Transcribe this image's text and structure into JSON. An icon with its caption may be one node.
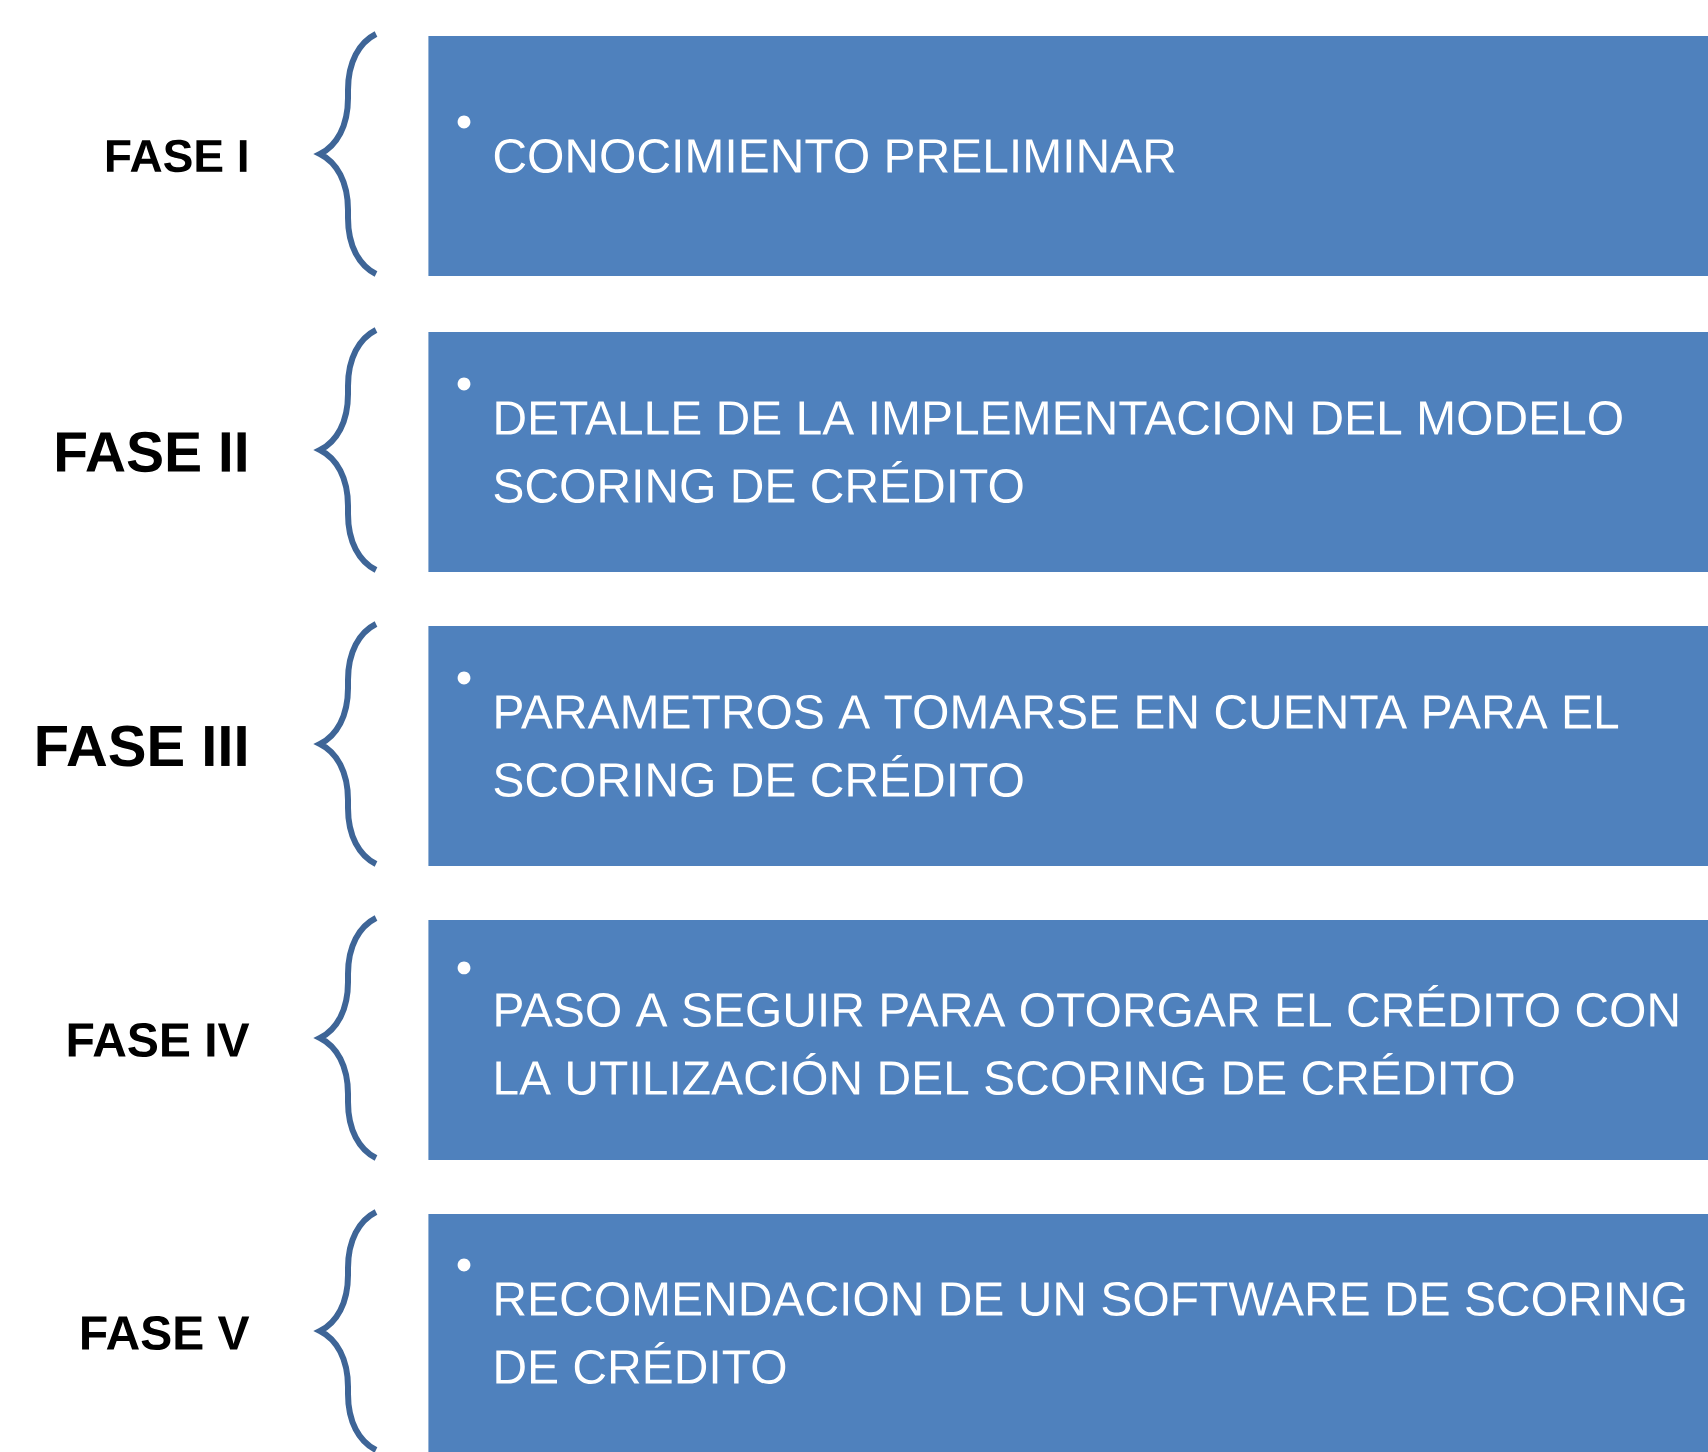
{
  "diagram": {
    "nodes": [
      {
        "text": [
          "CONOCIMIENTO PRELIMINAR"
        ],
        "beside": [
          "FASE I"
        ]
      },
      {
        "text": [
          "DETALLE DE LA IMPLEMENTACION DEL MODELO SCORING DE CRÉDITO"
        ],
        "beside": [
          "FASE II"
        ]
      },
      {
        "text": [
          "PARAMETROS A TOMARSE EN CUENTA PARA EL SCORING DE CRÉDITO"
        ],
        "beside": [
          "FASE III"
        ]
      },
      {
        "text": [
          "PASO A SEGUIR PARA OTORGAR EL CRÉDITO CON LA UTILIZACIÓN DEL SCORING DE CRÉDITO"
        ],
        "beside": [
          "FASE IV"
        ]
      },
      {
        "text": [
          "RECOMENDACION DE UN SOFTWARE DE SCORING DE CRÉDITO"
        ],
        "beside": [
          "FASE V"
        ]
      }
    ]
  }
}
